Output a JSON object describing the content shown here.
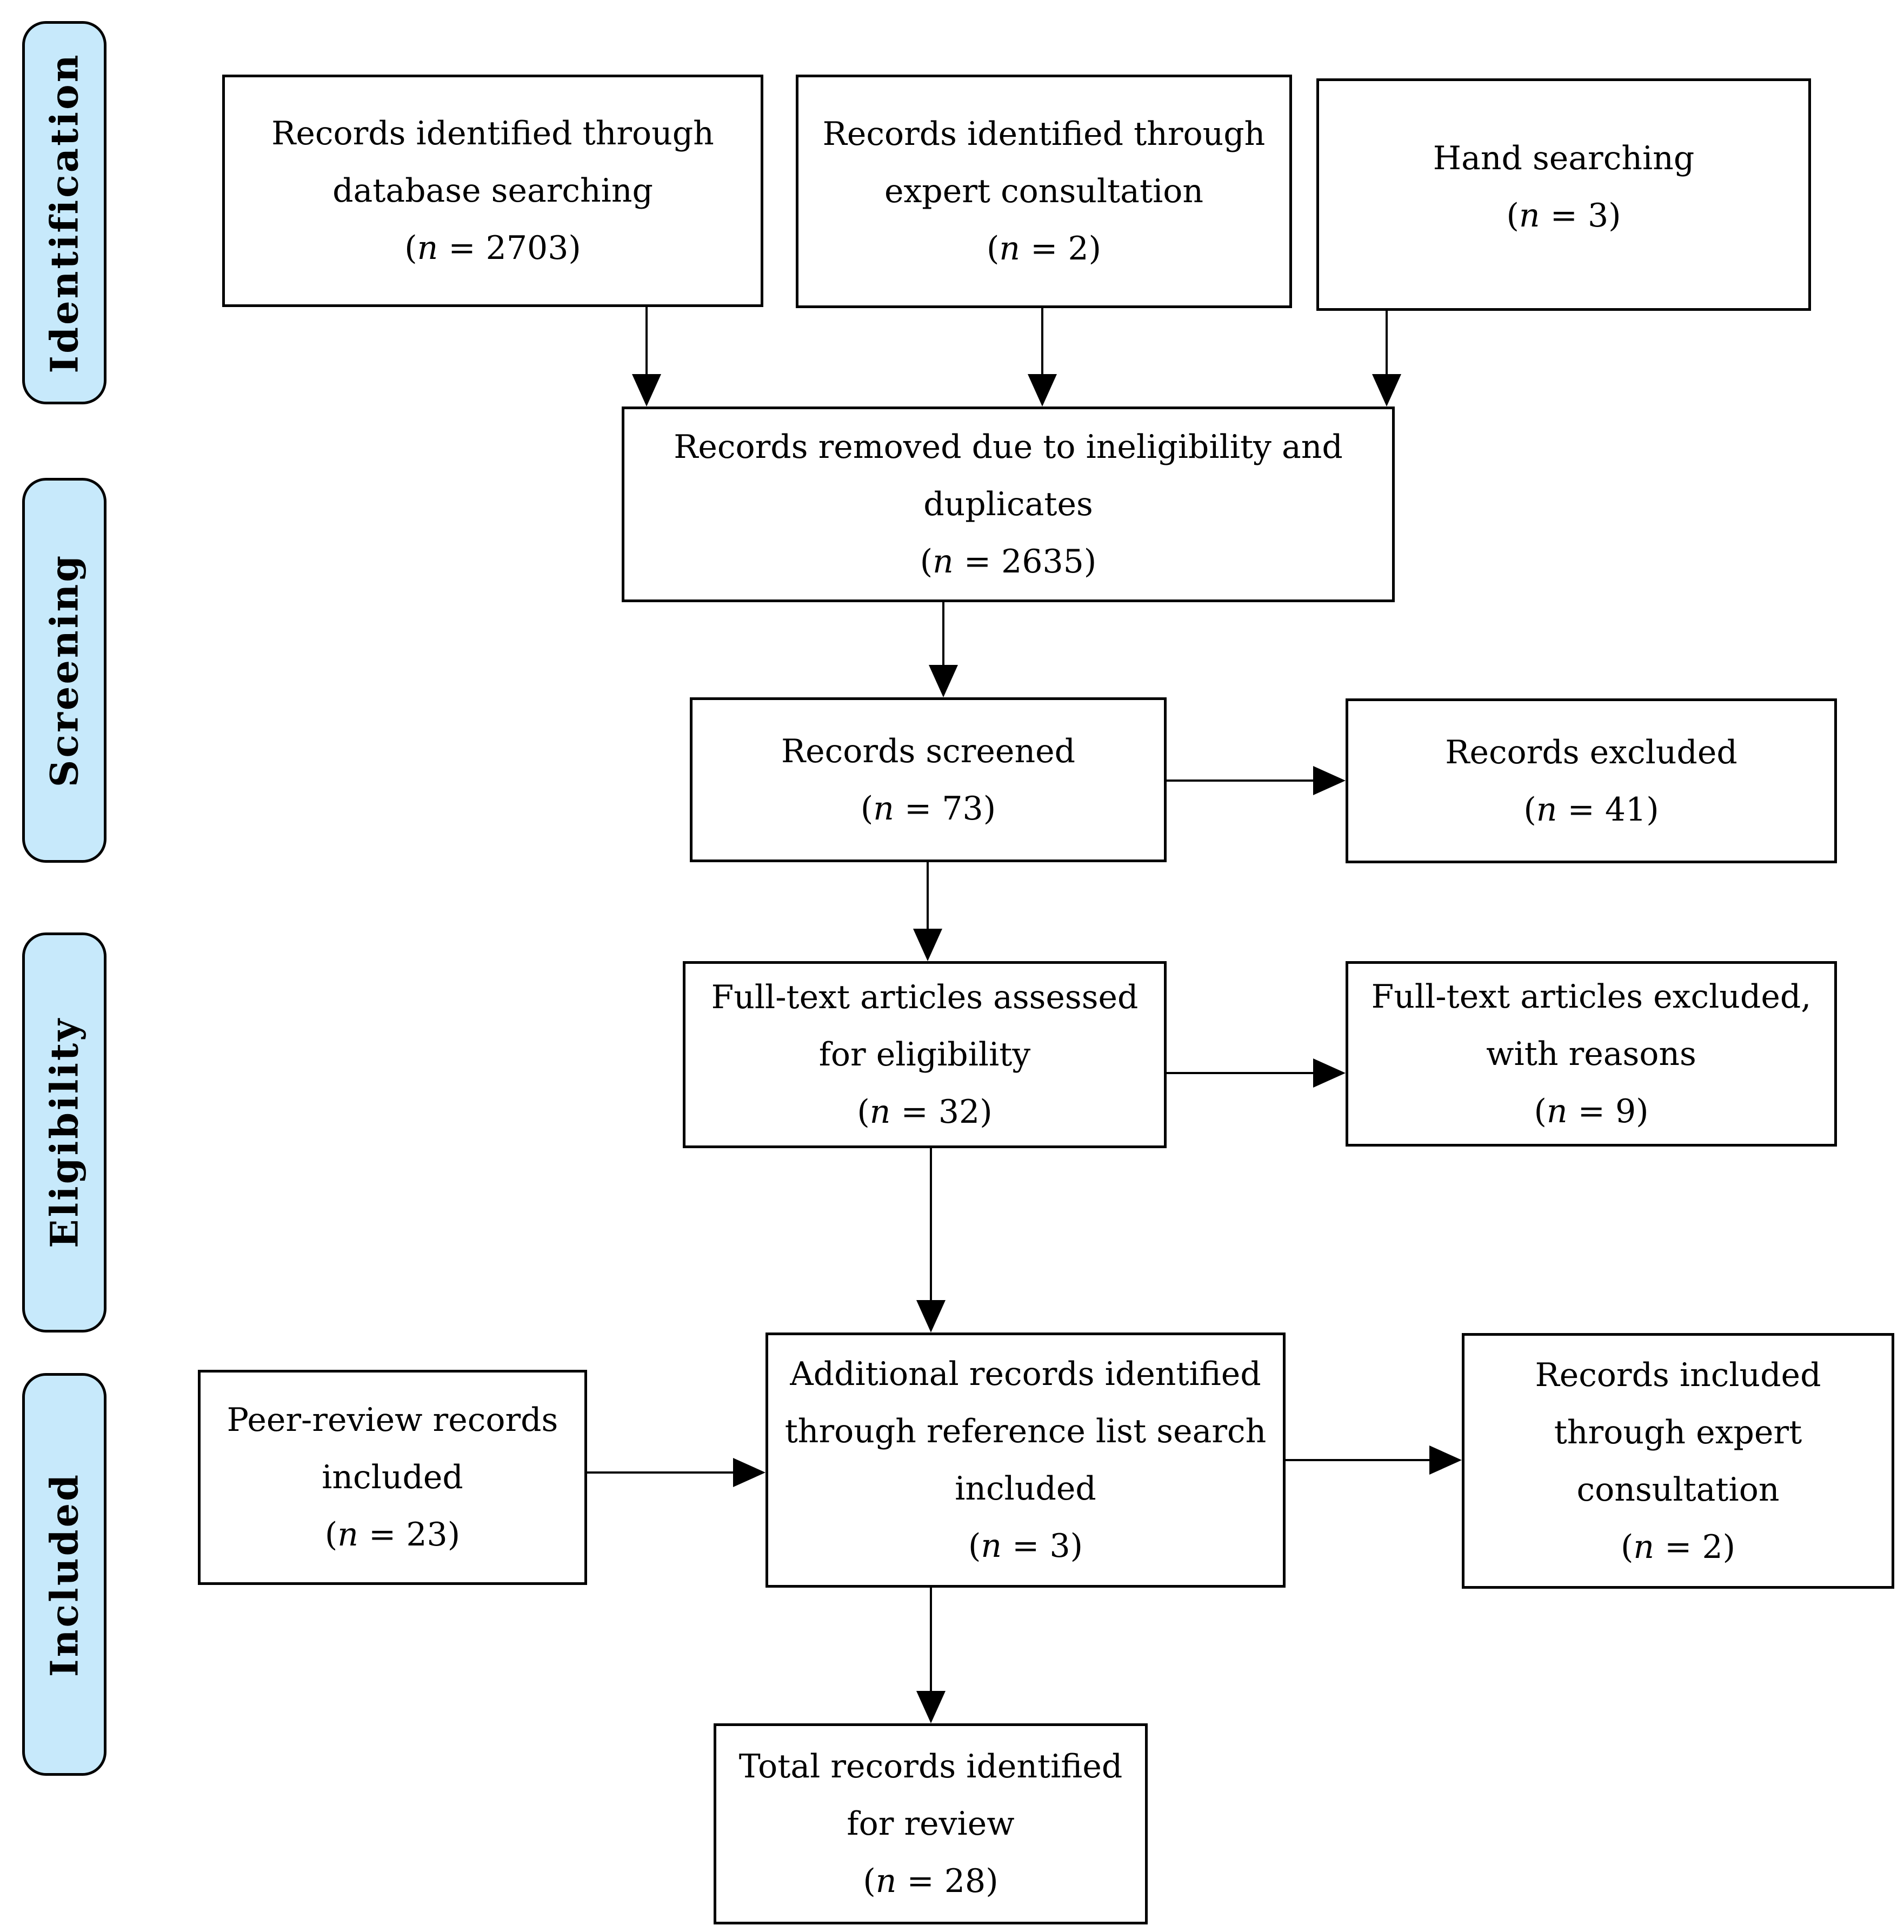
{
  "diagram": {
    "accent_color": "#c7e9fb",
    "stages": [
      {
        "label": "Identification"
      },
      {
        "label": "Screening"
      },
      {
        "label": "Eligibility"
      },
      {
        "label": "Included"
      }
    ],
    "boxes": {
      "db": {
        "lines": [
          "Records identified through",
          "database searching"
        ],
        "count": "(n = 2703)"
      },
      "expert": {
        "lines": [
          "Records identified through",
          "expert consultation"
        ],
        "count": "(n = 2)"
      },
      "hand": {
        "lines": [
          "Hand searching"
        ],
        "count": "(n = 3)"
      },
      "removed": {
        "lines": [
          "Records removed due to ineligibility and",
          "duplicates"
        ],
        "count": "(n = 2635)"
      },
      "screened": {
        "lines": [
          "Records screened"
        ],
        "count": "(n = 73)"
      },
      "excluded": {
        "lines": [
          "Records excluded"
        ],
        "count": "(n = 41)"
      },
      "fulltext": {
        "lines": [
          "Full-text articles assessed",
          "for eligibility"
        ],
        "count": "(n = 32)"
      },
      "ft_excluded": {
        "lines": [
          "Full-text articles excluded,",
          "with reasons"
        ],
        "count": "(n = 9)"
      },
      "peer": {
        "lines": [
          "Peer-review records",
          "included"
        ],
        "count": "(n = 23)"
      },
      "additional": {
        "lines": [
          "Additional records identified",
          "through reference list search",
          "included"
        ],
        "count": "(n = 3)"
      },
      "expert_included": {
        "lines": [
          "Records included",
          "through expert",
          "consultation"
        ],
        "count": "(n = 2)"
      },
      "total": {
        "lines": [
          "Total records identified",
          "for review"
        ],
        "count": "(n = 28)"
      }
    }
  }
}
